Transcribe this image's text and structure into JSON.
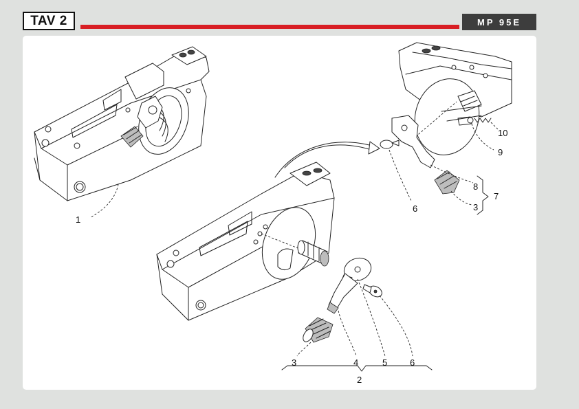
{
  "header": {
    "plate_label": "TAV 2",
    "model_label": "MP 95E"
  },
  "colors": {
    "background": "#dfe1df",
    "panel": "#ffffff",
    "accent_rule": "#d81e24",
    "model_box": "#3d3d3d"
  },
  "callouts": {
    "housing": "1",
    "assembly_bottom": "2",
    "knob_bottom": "3",
    "lever": "4",
    "disc": "5",
    "screw_bottom": "6",
    "assembly_right": "7",
    "lever_right": "8",
    "pin": "9",
    "spring": "10",
    "knob_right": "3",
    "screw_right": "6"
  }
}
